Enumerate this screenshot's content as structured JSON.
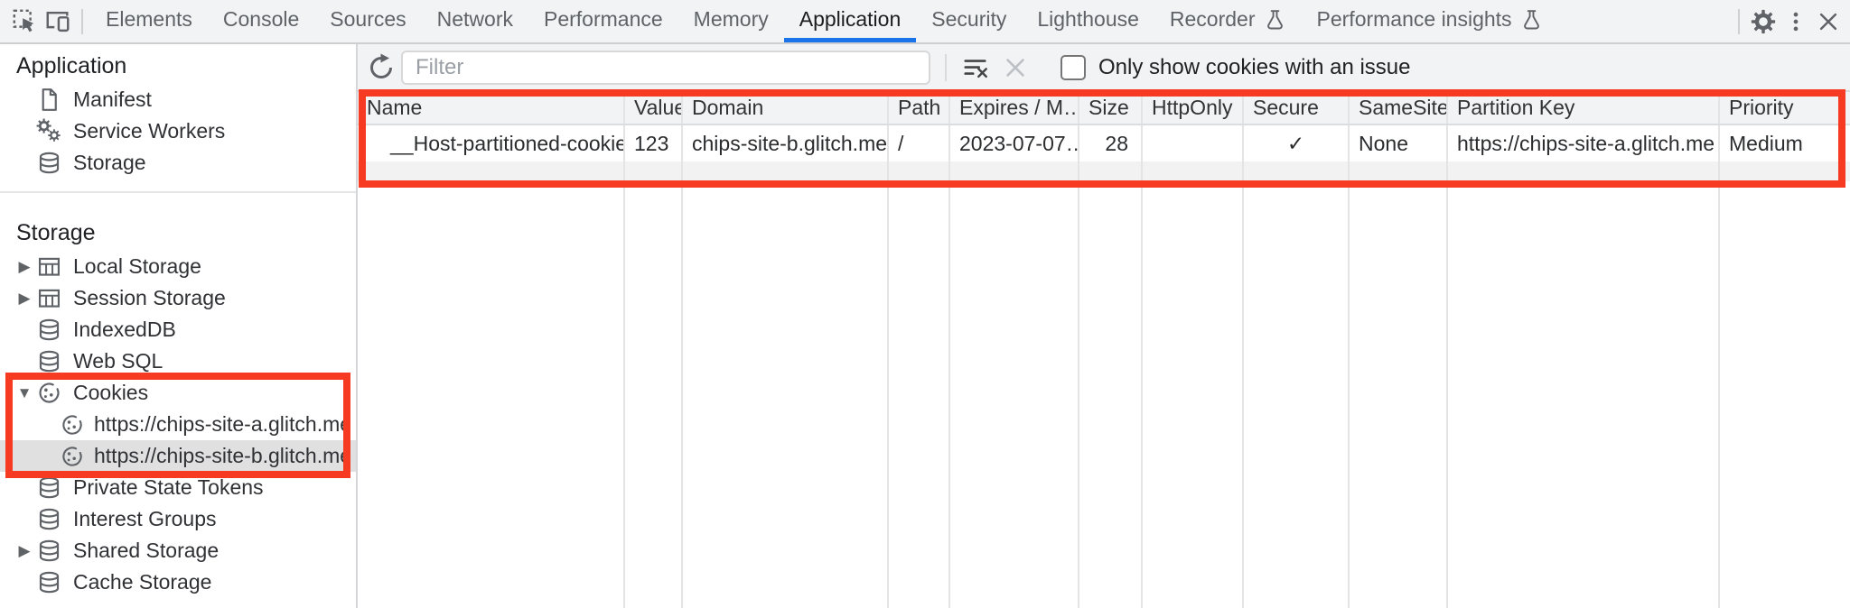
{
  "tabbar": {
    "tabs": [
      "Elements",
      "Console",
      "Sources",
      "Network",
      "Performance",
      "Memory",
      "Application",
      "Security",
      "Lighthouse",
      "Recorder",
      "Performance insights"
    ],
    "selected_tab": "Application"
  },
  "sidebar": {
    "sections": [
      {
        "title": "Application",
        "items": [
          {
            "label": "Manifest",
            "icon": "document-icon"
          },
          {
            "label": "Service Workers",
            "icon": "service-worker-gears-icon"
          },
          {
            "label": "Storage",
            "icon": "database-icon"
          }
        ]
      },
      {
        "title": "Storage",
        "items": [
          {
            "label": "Local Storage",
            "icon": "table-icon",
            "expander": "collapsed"
          },
          {
            "label": "Session Storage",
            "icon": "table-icon",
            "expander": "collapsed"
          },
          {
            "label": "IndexedDB",
            "icon": "database-icon"
          },
          {
            "label": "Web SQL",
            "icon": "database-icon"
          },
          {
            "label": "Cookies",
            "icon": "cookie-icon",
            "expander": "expanded",
            "children": [
              {
                "label": "https://chips-site-a.glitch.me",
                "icon": "cookie-icon",
                "selected": false
              },
              {
                "label": "https://chips-site-b.glitch.me",
                "icon": "cookie-icon",
                "selected": true
              }
            ]
          },
          {
            "label": "Private State Tokens",
            "icon": "database-icon"
          },
          {
            "label": "Interest Groups",
            "icon": "database-icon"
          },
          {
            "label": "Shared Storage",
            "icon": "database-icon",
            "expander": "collapsed"
          },
          {
            "label": "Cache Storage",
            "icon": "database-icon"
          }
        ]
      }
    ]
  },
  "toolbar": {
    "filter_placeholder": "Filter",
    "filter_value": "",
    "issue_checkbox_label": "Only show cookies with an issue",
    "issue_checkbox_checked": false
  },
  "cookie_table": {
    "columns": [
      "Name",
      "Value",
      "Domain",
      "Path",
      "Expires / M…",
      "Size",
      "HttpOnly",
      "Secure",
      "SameSite",
      "Partition Key",
      "Priority"
    ],
    "rows": [
      [
        "__Host-partitioned-cookie",
        "123",
        "chips-site-b.glitch.me",
        "/",
        "2023-07-07…",
        "28",
        "",
        "✓",
        "None",
        "https://chips-site-a.glitch.me",
        "Medium"
      ]
    ]
  },
  "icons": {
    "expander_collapsed": "▶",
    "expander_expanded": "▼"
  },
  "colors": {
    "annotation_red": "#f63b22",
    "tab_accent_blue": "#1a73e8",
    "selected_item_bg": "#e0e0e0",
    "panel_gray_bg": "#f1f3f4"
  }
}
